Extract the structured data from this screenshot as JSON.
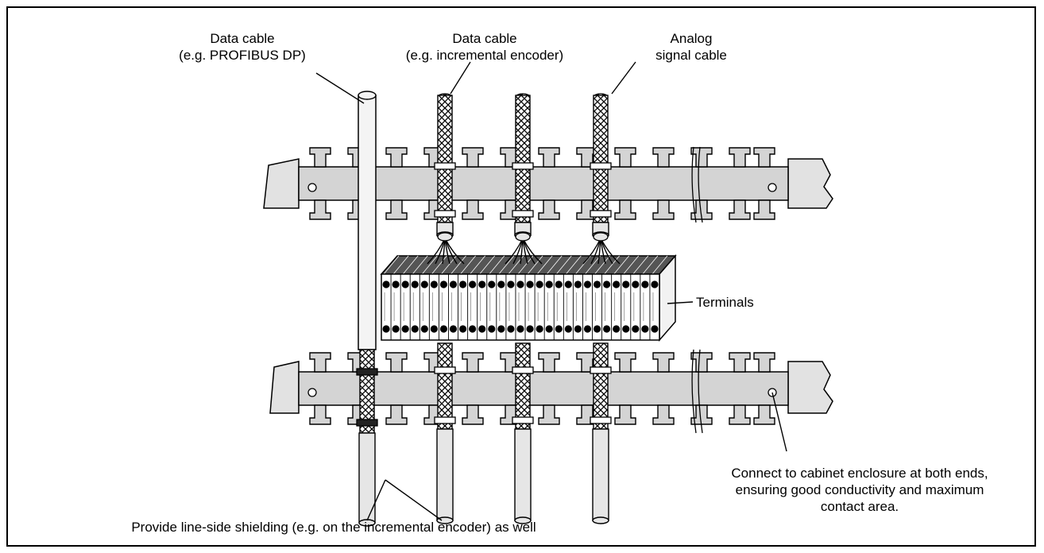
{
  "labels": {
    "profibus_line1": "Data cable",
    "profibus_line2": "(e.g. PROFIBUS DP)",
    "encoder_line1": "Data cable",
    "encoder_line2": "(e.g. incremental encoder)",
    "analog_line1": "Analog",
    "analog_line2": "signal cable",
    "terminals": "Terminals",
    "connect_line1": "Connect to cabinet enclosure at both ends,",
    "connect_line2": "ensuring good conductivity and maximum",
    "connect_line3": "contact area.",
    "shielding_note": "Provide line-side shielding (e.g. on the incremental encoder) as well"
  },
  "colors": {
    "rail": "#d4d4d4",
    "cable": "#e6e6e6",
    "terminal_dot": "#000000",
    "outline": "#000000"
  }
}
